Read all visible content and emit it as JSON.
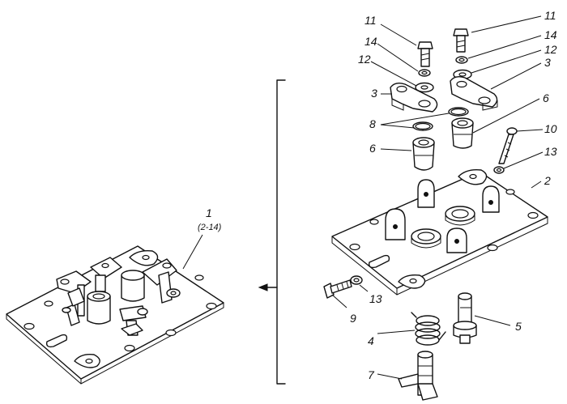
{
  "labels": {
    "l1": "1",
    "l1_range": "(2-14)",
    "l2": "2",
    "l3a": "3",
    "l3b": "3",
    "l4": "4",
    "l5": "5",
    "l6a": "6",
    "l6b": "6",
    "l7": "7",
    "l8": "8",
    "l9": "9",
    "l10": "10",
    "l11a": "11",
    "l11b": "11",
    "l12a": "12",
    "l12b": "12",
    "l13a": "13",
    "l13b": "13",
    "l14a": "14",
    "l14b": "14"
  }
}
